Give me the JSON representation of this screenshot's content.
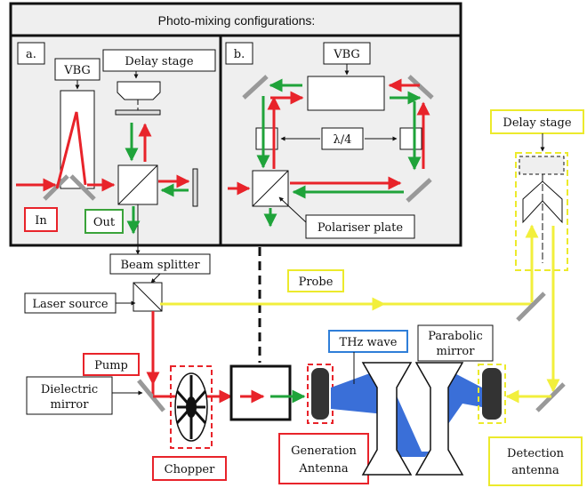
{
  "title": "Photo-mixing configurations:",
  "panel_a": {
    "tag": "a.",
    "vbg": "VBG",
    "delay_stage": "Delay stage",
    "in_label": "In",
    "out_label": "Out"
  },
  "panel_b": {
    "tag": "b.",
    "vbg": "VBG",
    "waveplate": "λ/4",
    "polariser": "Polariser plate"
  },
  "labels": {
    "beam_splitter": "Beam splitter",
    "laser_source": "Laser source",
    "probe": "Probe",
    "pump": "Pump",
    "dielectric_mirror_1": "Dielectric",
    "dielectric_mirror_2": "mirror",
    "chopper": "Chopper",
    "generation_antenna_1": "Generation",
    "generation_antenna_2": "Antenna",
    "thz_wave": "THz wave",
    "parabolic_mirror_1": "Parabolic",
    "parabolic_mirror_2": "mirror",
    "detection_antenna_1": "Detection",
    "detection_antenna_2": "antenna",
    "delay_stage": "Delay stage"
  },
  "colors": {
    "pump_beam": "#e8232a",
    "probe_beam": "#f2ef3c",
    "green_beam": "#1fa33a",
    "thz_beam": "#3a6fd8",
    "panel_bg": "#efefef",
    "red_box": "#e8232a",
    "yellow_box": "#ecea2c",
    "green_box": "#3aa33a",
    "blue_box": "#2f7ed8"
  }
}
